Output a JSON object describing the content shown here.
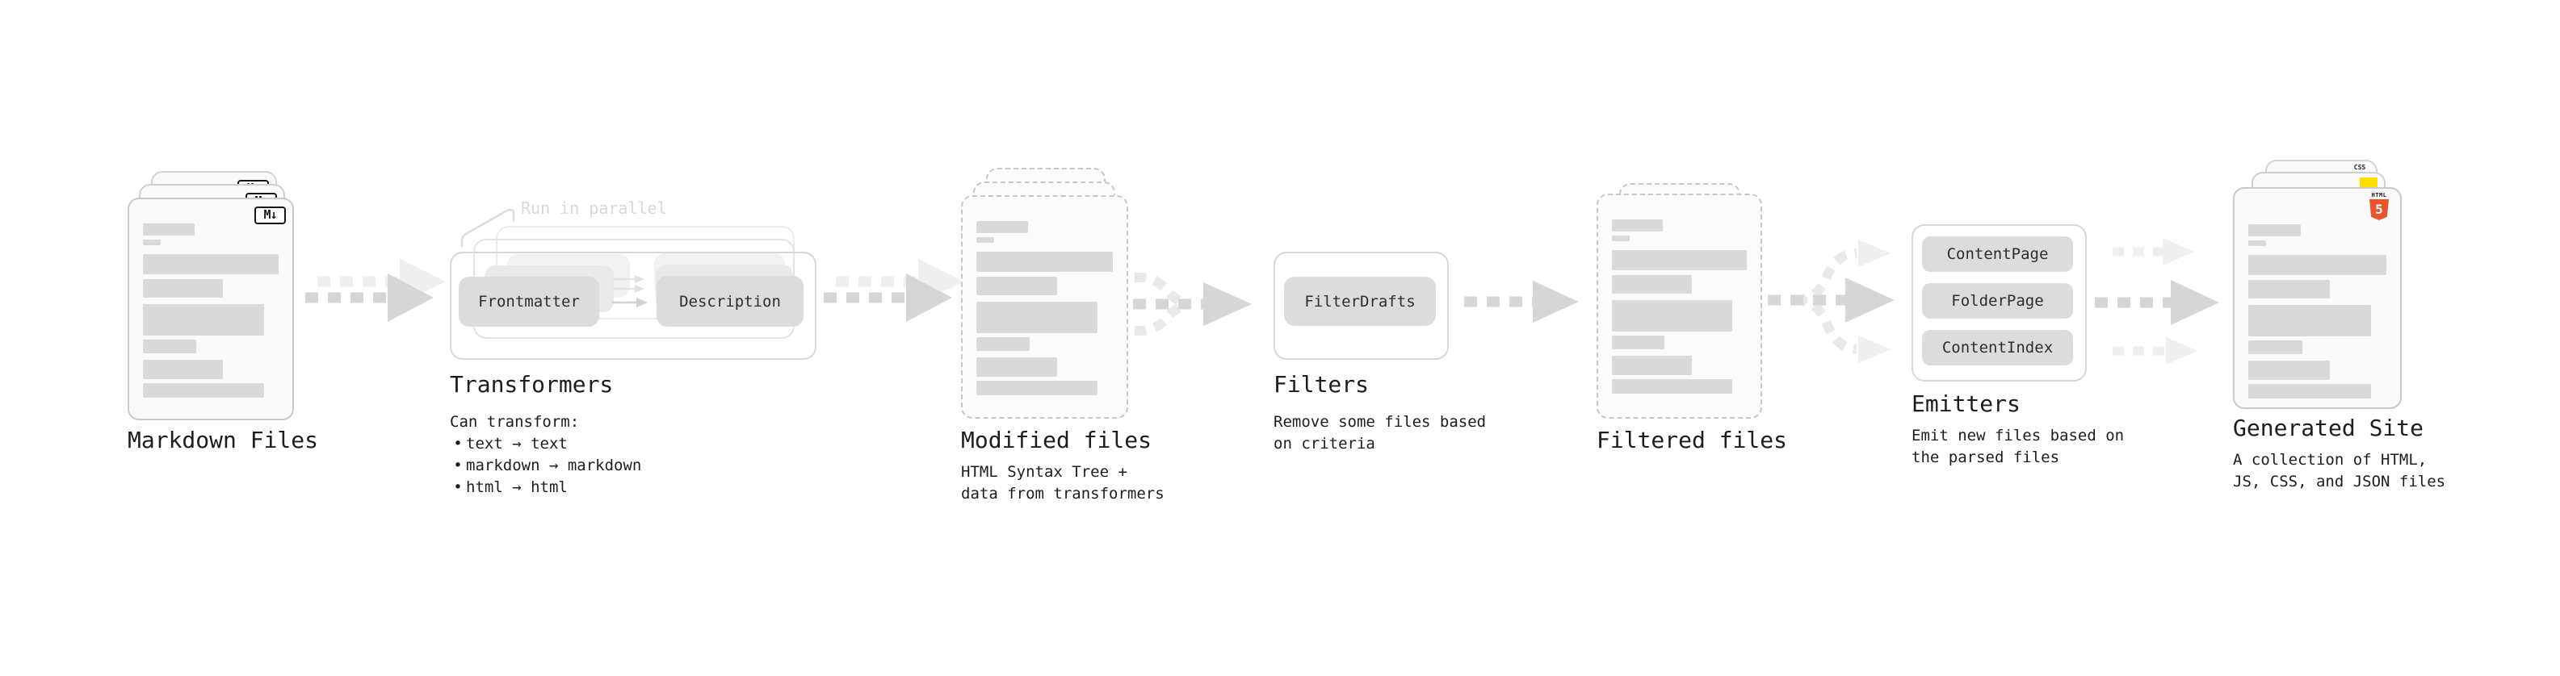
{
  "markdown_files": {
    "label": "Markdown Files",
    "badge": "M↓"
  },
  "transformers": {
    "title": "Transformers",
    "annotation": "Run in parallel",
    "pill_left": "Frontmatter",
    "pill_right": "Description",
    "desc_heading": "Can transform:",
    "bullet_char": "•",
    "bullets": [
      "text → text",
      "markdown → markdown",
      "html → html"
    ]
  },
  "modified_files": {
    "label": "Modified files",
    "desc_line1": "HTML Syntax Tree +",
    "desc_line2": "data from transformers"
  },
  "filters": {
    "title": "Filters",
    "pill": "FilterDrafts",
    "desc_line1": "Remove some files based",
    "desc_line2": "on criteria"
  },
  "filtered_files": {
    "label": "Filtered files"
  },
  "emitters": {
    "title": "Emitters",
    "pills": [
      "ContentPage",
      "FolderPage",
      "ContentIndex"
    ],
    "desc_line1": "Emit new files based on",
    "desc_line2": "the parsed files"
  },
  "generated_site": {
    "label": "Generated Site",
    "desc_line1": "A collection of HTML,",
    "desc_line2": "JS, CSS, and JSON files",
    "css_badge": "CSS",
    "html_badge_label": "HTML",
    "html_badge_number": "5"
  },
  "colors": {
    "html5_orange": "#e8542c",
    "js_yellow": "#ffdd00",
    "css_blue": "#2b63f6"
  }
}
